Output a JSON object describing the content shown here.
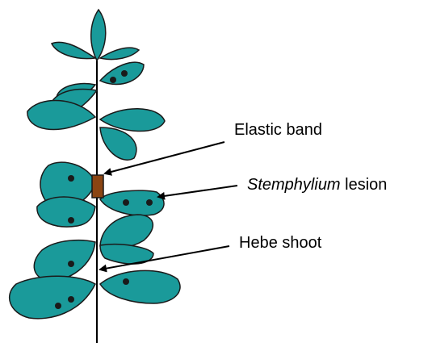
{
  "labels": {
    "elastic_band": "Elastic band",
    "stemphylium_italic": "Stemphylium",
    "lesion_suffix": " lesion",
    "hebe_shoot": "Hebe shoot"
  },
  "colors": {
    "leaf_fill": "#1a9a9a",
    "leaf_stroke": "#1a1a1a",
    "band_fill": "#8b4513",
    "lesion_dot": "#1a1a1a",
    "stem": "#000000",
    "arrow": "#000000"
  }
}
